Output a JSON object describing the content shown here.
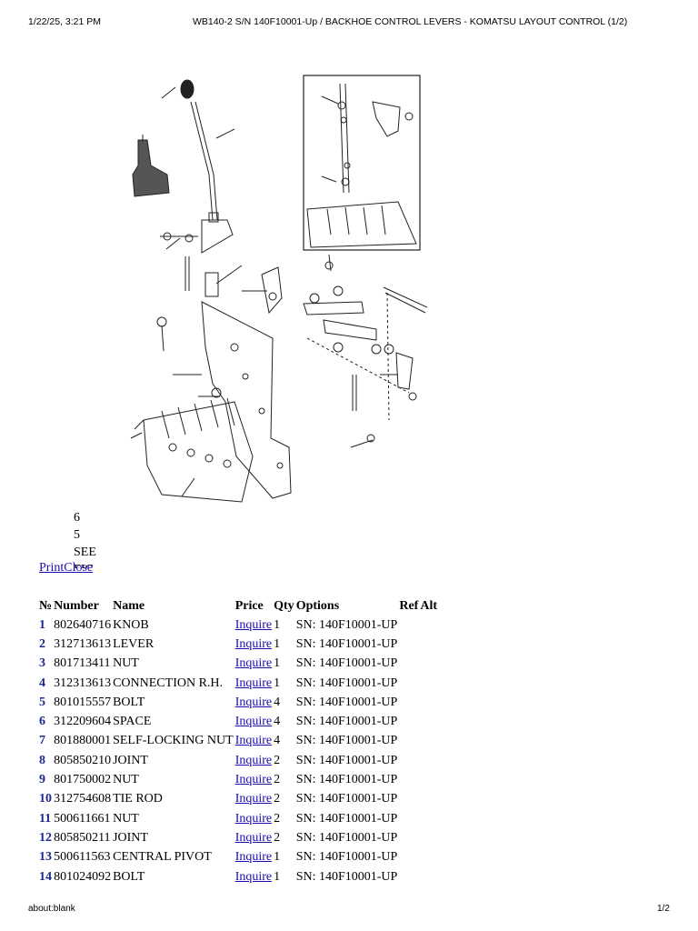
{
  "header": {
    "datetime": "1/22/25, 3:21 PM",
    "title": "WB140-2 S/N 140F10001-Up / BACKHOE CONTROL LEVERS - KOMATSU LAYOUT CONTROL (1/2)"
  },
  "diagram": {
    "callout_labels": [
      "6",
      "5",
      "SEE",
      "FIG"
    ]
  },
  "links": {
    "print": "Print",
    "close": "Close"
  },
  "table": {
    "headers": {
      "no": "№",
      "number": "Number",
      "name": "Name",
      "price": "Price",
      "qty": "Qty",
      "options": "Options",
      "ref": "Ref",
      "alt": "Alt"
    },
    "rows": [
      {
        "no": "1",
        "number": "802640716",
        "name": "KNOB",
        "price": "Inquire",
        "qty": "1",
        "options": "SN: 140F10001-UP"
      },
      {
        "no": "2",
        "number": "312713613",
        "name": "LEVER",
        "price": "Inquire",
        "qty": "1",
        "options": "SN: 140F10001-UP"
      },
      {
        "no": "3",
        "number": "801713411",
        "name": "NUT",
        "price": "Inquire",
        "qty": "1",
        "options": "SN: 140F10001-UP"
      },
      {
        "no": "4",
        "number": "312313613",
        "name": "CONNECTION R.H.",
        "price": "Inquire",
        "qty": "1",
        "options": "SN: 140F10001-UP"
      },
      {
        "no": "5",
        "number": "801015557",
        "name": "BOLT",
        "price": "Inquire",
        "qty": "4",
        "options": "SN: 140F10001-UP"
      },
      {
        "no": "6",
        "number": "312209604",
        "name": "SPACE",
        "price": "Inquire",
        "qty": "4",
        "options": "SN: 140F10001-UP"
      },
      {
        "no": "7",
        "number": "801880001",
        "name": "SELF-LOCKING NUT",
        "price": "Inquire",
        "qty": "4",
        "options": "SN: 140F10001-UP"
      },
      {
        "no": "8",
        "number": "805850210",
        "name": "JOINT",
        "price": "Inquire",
        "qty": "2",
        "options": "SN: 140F10001-UP"
      },
      {
        "no": "9",
        "number": "801750002",
        "name": "NUT",
        "price": "Inquire",
        "qty": "2",
        "options": "SN: 140F10001-UP"
      },
      {
        "no": "10",
        "number": "312754608",
        "name": "TIE ROD",
        "price": "Inquire",
        "qty": "2",
        "options": "SN: 140F10001-UP"
      },
      {
        "no": "11",
        "number": "500611661",
        "name": "NUT",
        "price": "Inquire",
        "qty": "2",
        "options": "SN: 140F10001-UP"
      },
      {
        "no": "12",
        "number": "805850211",
        "name": "JOINT",
        "price": "Inquire",
        "qty": "2",
        "options": "SN: 140F10001-UP"
      },
      {
        "no": "13",
        "number": "500611563",
        "name": "CENTRAL PIVOT",
        "price": "Inquire",
        "qty": "1",
        "options": "SN: 140F10001-UP"
      },
      {
        "no": "14",
        "number": "801024092",
        "name": "BOLT",
        "price": "Inquire",
        "qty": "1",
        "options": "SN: 140F10001-UP"
      }
    ]
  },
  "footer": {
    "url": "about:blank",
    "page": "1/2"
  }
}
